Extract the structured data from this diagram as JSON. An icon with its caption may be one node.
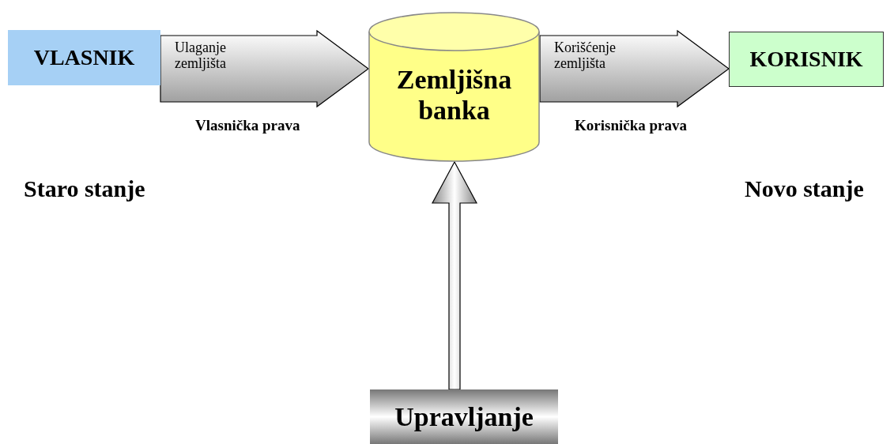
{
  "diagram": {
    "nodes": [
      {
        "text": [
          "VLASNIK"
        ]
      },
      {
        "text": [
          "Zemljišna banka"
        ]
      },
      {
        "text": [
          "KORISNIK"
        ]
      },
      {
        "text": [
          "Upravljanje"
        ]
      }
    ],
    "edges": [
      {
        "from": 0,
        "to": 1,
        "arrow": "to",
        "label": "Ulaganje zemljišta"
      },
      {
        "from": 1,
        "to": 2,
        "arrow": "to",
        "label": "Korišćenje zemljišta"
      },
      {
        "from": 3,
        "to": 1,
        "arrow": "to"
      }
    ],
    "labels": [
      "Vlasnička prava",
      "Korisnička prava",
      "Staro stanje",
      "Novo stanje"
    ]
  }
}
